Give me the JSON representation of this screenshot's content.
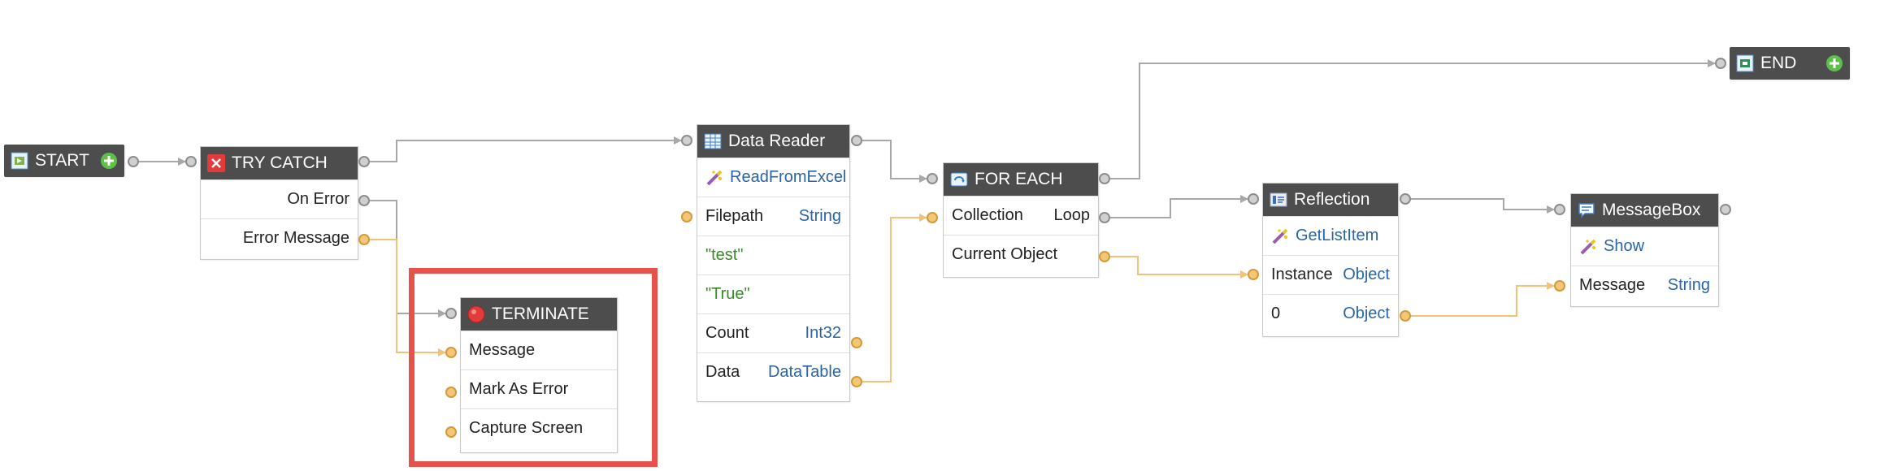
{
  "nodes": {
    "start": {
      "title": "START"
    },
    "end": {
      "title": "END"
    },
    "try_catch": {
      "title": "TRY CATCH",
      "on_error": "On Error",
      "error_message": "Error Message"
    },
    "terminate": {
      "title": "TERMINATE",
      "message": "Message",
      "mark_as_error": "Mark As Error",
      "capture_screen": "Capture Screen"
    },
    "data_reader": {
      "title": "Data Reader",
      "method": "ReadFromExcel",
      "filepath": "Filepath",
      "filepath_type": "String",
      "arg1": "\"test\"",
      "arg2": "\"True\"",
      "count": "Count",
      "count_type": "Int32",
      "data": "Data",
      "data_type": "DataTable"
    },
    "for_each": {
      "title": "FOR EACH",
      "collection": "Collection",
      "loop": "Loop",
      "current_object": "Current Object"
    },
    "reflection": {
      "title": "Reflection",
      "method": "GetListItem",
      "instance": "Instance",
      "instance_type": "Object",
      "index": "0",
      "index_type": "Object"
    },
    "message_box": {
      "title": "MessageBox",
      "method": "Show",
      "message": "Message",
      "message_type": "String"
    }
  },
  "colors": {
    "header": "#4d4d4d",
    "flow_wire": "#a8a8a8",
    "data_wire": "#f0c27a",
    "highlight": "#e5524b",
    "type_text": "#2a64a8",
    "string_literal": "#3a8a2a"
  },
  "icons": [
    "start-icon",
    "add-icon",
    "error-x-icon",
    "stop-icon",
    "table-icon",
    "method-wand-icon",
    "loop-icon",
    "reflection-icon",
    "chat-icon",
    "end-icon"
  ]
}
